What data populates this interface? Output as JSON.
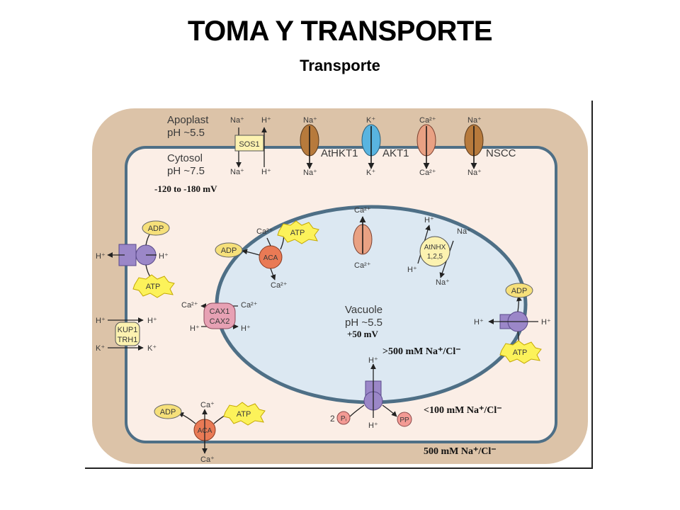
{
  "title": "TOMA Y TRANSPORTE",
  "subtitle": "Transporte",
  "diagram": {
    "apoplast": {
      "name": "Apoplast",
      "ph": "pH ~5.5"
    },
    "cytosol": {
      "name": "Cytosol",
      "ph": "pH ~7.5",
      "voltage": "-120 to -180 mV"
    },
    "vacuole": {
      "name": "Vacuole",
      "ph": "pH ~5.5",
      "voltage": "+50 mV",
      "conc": ">500 mM Na⁺/Cl⁻"
    },
    "cytosol_conc": "<100 mM Na⁺/Cl⁻",
    "apoplast_conc": "500 mM Na⁺/Cl⁻",
    "ions": {
      "na": "Na⁺",
      "h": "H⁺",
      "k": "K⁺",
      "ca2": "Ca²⁺",
      "ca": "Ca⁺",
      "pi": "Pᵢ",
      "pp": "PP",
      "two": "2"
    },
    "transporters": {
      "sos1": "SOS1",
      "athkt1": "AtHKT1",
      "akt1": "AKT1",
      "nscc": "NSCC",
      "aca": "ACA",
      "atnhx_1": "AtNHX",
      "atnhx_2": "1,2,5",
      "cax_1": "CAX1",
      "cax_2": "CAX2",
      "kup_1": "KUP1",
      "kup_2": "TRH1"
    },
    "energy": {
      "atp": "ATP",
      "adp": "ADP"
    },
    "colors": {
      "cell_wall": "#dcc3a8",
      "cytosol": "#fbeee6",
      "vacuole": "#dce8f2",
      "membrane": "#4e6f86",
      "brown_channel": "#b77a3c",
      "blue_channel": "#59b4e0",
      "salmon_channel": "#e9a183",
      "aca": "#e97a55",
      "cax": "#e7a1b4",
      "pump": "#9b87c8",
      "atp": "#fcf25a",
      "adp": "#f6e07a",
      "pi": "#f39a94"
    }
  }
}
